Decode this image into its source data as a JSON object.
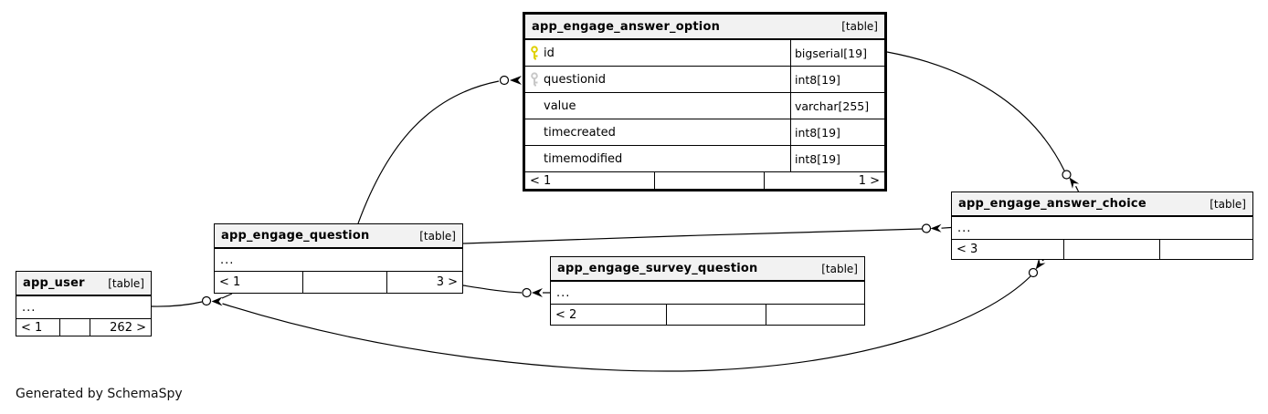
{
  "diagram": {
    "footer_note": "Generated by SchemaSpy"
  },
  "colors": {
    "primary_key": "#dfd000",
    "foreign_key": "#c8c8c8",
    "header_bg": "#f2f2f2",
    "border": "#000000"
  },
  "tables": {
    "answer_option": {
      "name": "app_engage_answer_option",
      "tag": "[table]",
      "columns": [
        {
          "name": "id",
          "type": "bigserial[19]",
          "key": "primary"
        },
        {
          "name": "questionid",
          "type": "int8[19]",
          "key": "foreign"
        },
        {
          "name": "value",
          "type": "varchar[255]",
          "key": ""
        },
        {
          "name": "timecreated",
          "type": "int8[19]",
          "key": ""
        },
        {
          "name": "timemodified",
          "type": "int8[19]",
          "key": ""
        }
      ],
      "footer": {
        "left": "< 1",
        "middle": "",
        "right": "1 >"
      }
    },
    "answer_choice": {
      "name": "app_engage_answer_choice",
      "tag": "[table]",
      "ellipsis": "...",
      "footer": {
        "left": "< 3",
        "middle": "",
        "right": ""
      }
    },
    "question": {
      "name": "app_engage_question",
      "tag": "[table]",
      "ellipsis": "...",
      "footer": {
        "left": "< 1",
        "middle": "",
        "right": "3 >"
      }
    },
    "survey_question": {
      "name": "app_engage_survey_question",
      "tag": "[table]",
      "ellipsis": "...",
      "footer": {
        "left": "< 2",
        "middle": "",
        "right": ""
      }
    },
    "app_user": {
      "name": "app_user",
      "tag": "[table]",
      "ellipsis": "...",
      "footer": {
        "left": "< 1",
        "middle": "",
        "right": "262 >"
      }
    }
  }
}
